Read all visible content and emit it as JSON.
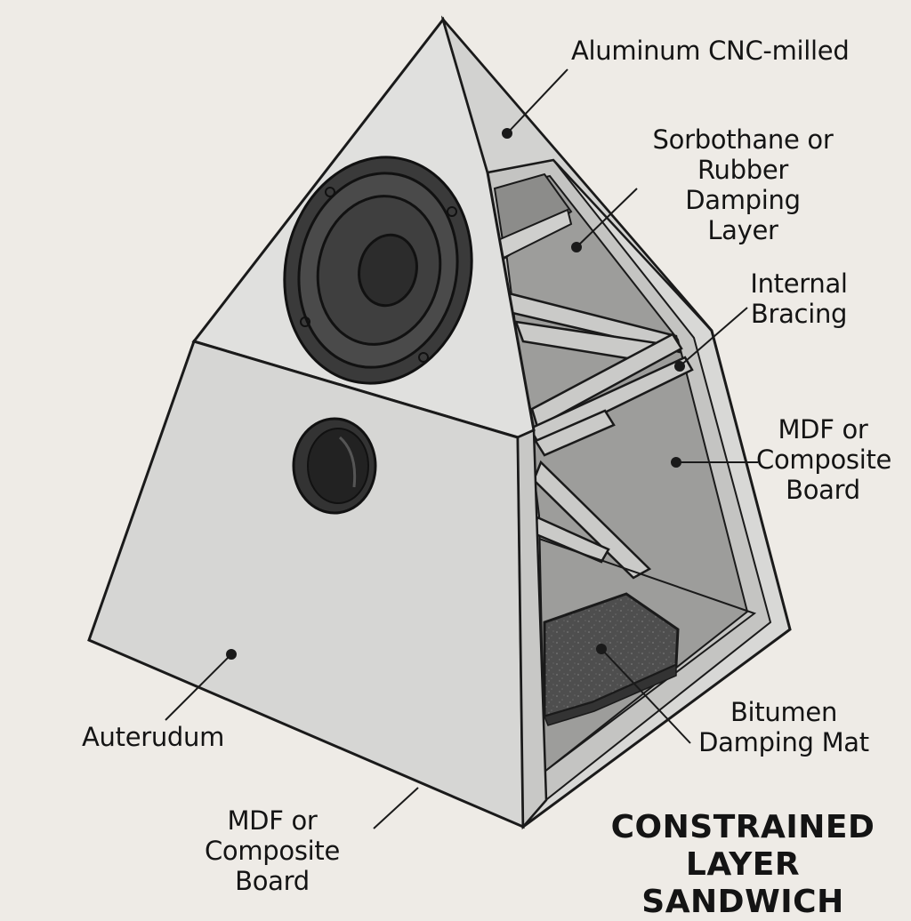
{
  "labels": {
    "aluminum": "Aluminum CNC-milled",
    "sorbothane": "Sorbothane or\nRubber Damping\nLayer",
    "bracing": "Internal\nBracing",
    "mdf_right": "MDF or\nComposite\nBoard",
    "bitumen": "Bitumen\nDamping Mat",
    "auterudum": "Auterudum",
    "mdf_bottom": "MDF or\nComposite Board"
  },
  "title": "CONSTRAINED\nLAYER SANDWICH",
  "colors": {
    "background": "#eeebe6",
    "outline": "#1a1a1a",
    "panel_light": "#dededc",
    "panel_mid": "#cfcfcd",
    "interior": "#9a9a98",
    "bracing": "#cacac8",
    "driver": "#3a3a3a",
    "mat": "#555555"
  }
}
